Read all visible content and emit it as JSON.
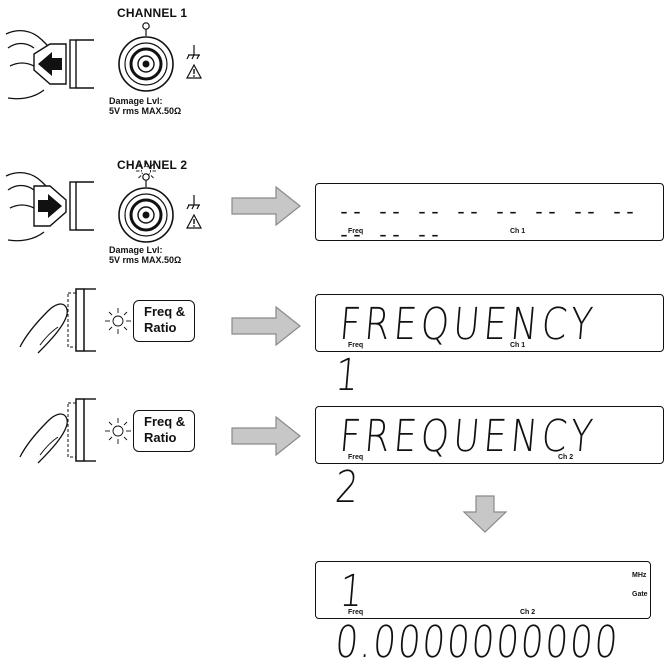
{
  "channel1": {
    "title": "CHANNEL 1",
    "damage": "Damage Lvl:\n5V rms MAX.50Ω",
    "icons": [
      "hand-pressing-input-icon",
      "bnc-connector-icon",
      "ground-icon",
      "warning-icon"
    ]
  },
  "channel2": {
    "title": "CHANNEL 2",
    "damage": "Damage Lvl:\n5V rms MAX.50Ω",
    "icons": [
      "hand-pressing-input-icon",
      "bnc-connector-icon",
      "ground-icon",
      "warning-icon",
      "light-burst-icon"
    ]
  },
  "steps": [
    {
      "button_label_1": "Freq &",
      "button_label_2": "Ratio"
    },
    {
      "button_label_1": "Freq &",
      "button_label_2": "Ratio"
    }
  ],
  "displays": [
    {
      "text": "-- -- -- -- -- -- -- -- -- -- --",
      "freq_label": "Freq",
      "ch_label": "Ch 1"
    },
    {
      "text": "FREQUENCY  1",
      "freq_label": "Freq",
      "ch_label": "Ch 1"
    },
    {
      "text": "FREQUENCY  2",
      "freq_label": "Freq",
      "ch_label": "Ch 2"
    },
    {
      "text": "1 0.0000000000",
      "freq_label": "Freq",
      "ch_label": "Ch 2",
      "unit": "MHz",
      "gate": "Gate"
    }
  ],
  "colors": {
    "arrow_fill": "#c7c7c7",
    "arrow_stroke": "#8a8a8a",
    "ink": "#111111"
  }
}
